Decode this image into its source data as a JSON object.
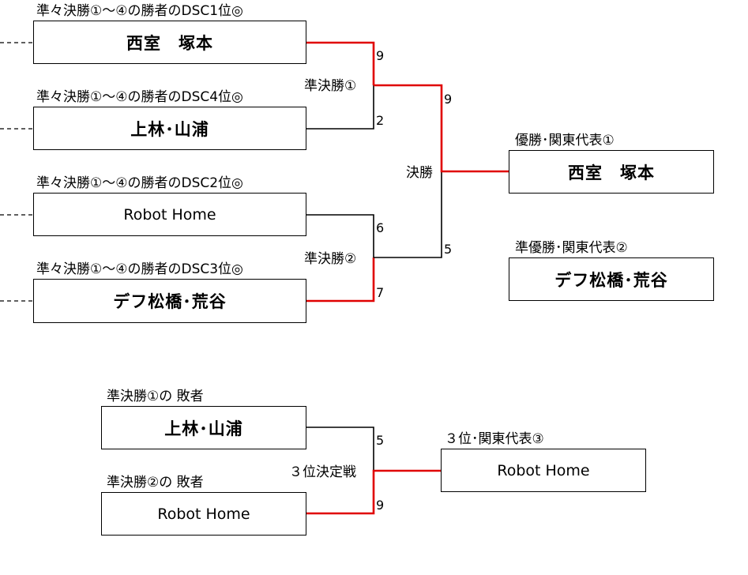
{
  "colors": {
    "winner_line": "#e00000",
    "loser_line": "#000000",
    "border": "#000000"
  },
  "main_bracket": {
    "entries": [
      {
        "caption": "準々決勝①～④の勝者のDSC1位◎",
        "team": "西室　塚本"
      },
      {
        "caption": "準々決勝①～④の勝者のDSC4位◎",
        "team": "上林･山浦"
      },
      {
        "caption": "準々決勝①～④の勝者のDSC2位◎",
        "team": "Robot Home"
      },
      {
        "caption": "準々決勝①～④の勝者のDSC3位◎",
        "team": "デフ松橋･荒谷"
      }
    ],
    "semifinal_1": {
      "label": "準決勝①",
      "score_top": "9",
      "score_bottom": "2"
    },
    "semifinal_2": {
      "label": "準決勝②",
      "score_top": "6",
      "score_bottom": "7"
    },
    "final": {
      "label": "決勝",
      "score_top": "9",
      "score_bottom": "5"
    }
  },
  "results": {
    "champion": {
      "caption": "優勝･関東代表①",
      "team": "西室　塚本"
    },
    "runner_up": {
      "caption": "準優勝･関東代表②",
      "team": "デフ松橋･荒谷"
    }
  },
  "third_place": {
    "entries": [
      {
        "caption": "準決勝①の 敗者",
        "team": "上林･山浦"
      },
      {
        "caption": "準決勝②の 敗者",
        "team": "Robot Home"
      }
    ],
    "match": {
      "label": "３位決定戦",
      "score_top": "5",
      "score_bottom": "9"
    },
    "result": {
      "caption": "３位･関東代表③",
      "team": "Robot Home"
    }
  }
}
